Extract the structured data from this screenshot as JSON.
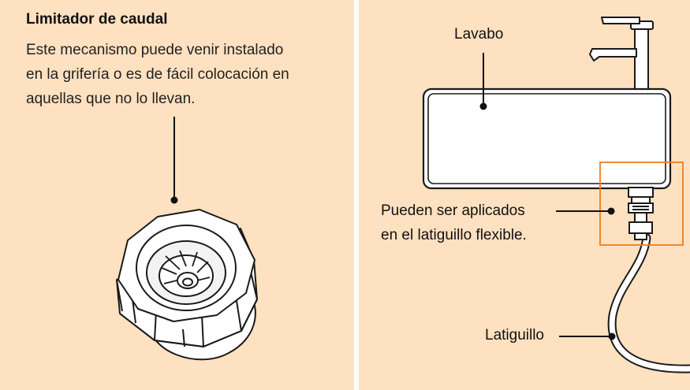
{
  "left": {
    "title": "Limitador de caudal",
    "description": "Este mecanismo puede venir instalado\nen la grifería o es de fácil colocación en\naquellas que no lo llevan."
  },
  "right": {
    "sink_label": "Lavabo",
    "application_label": "Pueden ser aplicados\nen el latiguillo flexible.",
    "hose_label": "Latiguillo"
  },
  "colors": {
    "background": "#fde1c0",
    "highlight_box": "#f07d1e",
    "line": "#1a1a1a"
  }
}
